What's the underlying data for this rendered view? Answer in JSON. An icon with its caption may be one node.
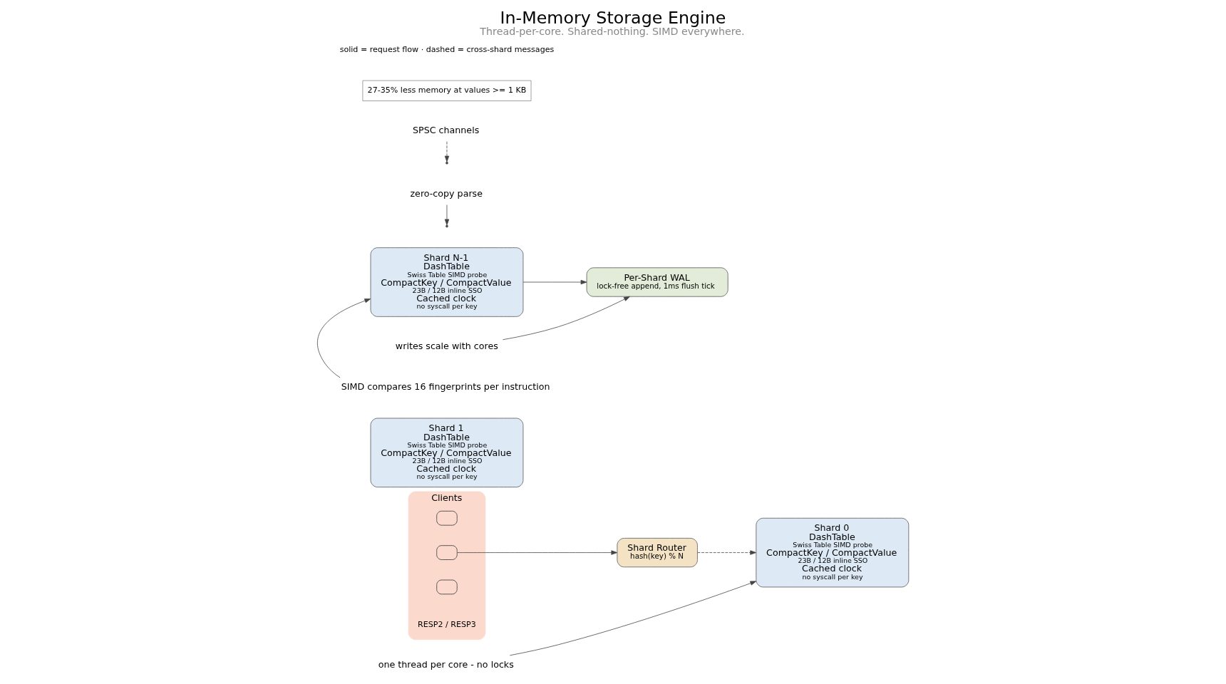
{
  "diagram": {
    "title": "In-Memory Storage Engine",
    "caption": "Thread-per-core. Shared-nothing. SIMD everywhere.",
    "nodes": [
      {
        "text": [
          "Clients"
        ],
        "beside": [
          "RESP2 / RESP3"
        ]
      },
      {
        "text": [],
        "shape": "box",
        "in": 0
      },
      {
        "text": [],
        "shape": "box",
        "in": 0
      },
      {
        "text": [],
        "shape": "box",
        "in": 0
      },
      {
        "text": [
          "Shard Router",
          "hash(key) % N"
        ]
      },
      {
        "text": [
          "Shard 0",
          "DashTable",
          "Swiss Table SIMD probe",
          "CompactKey / CompactValue",
          "23B / 12B inline SSO",
          "Cached clock",
          "no syscall per key"
        ]
      },
      {
        "text": [
          "Shard 1",
          "DashTable",
          "Swiss Table SIMD probe",
          "CompactKey / CompactValue",
          "23B / 12B inline SSO",
          "Cached clock",
          "no syscall per key"
        ]
      },
      {
        "text": [
          "Shard N-1",
          "DashTable",
          "Swiss Table SIMD probe",
          "CompactKey / CompactValue",
          "23B / 12B inline SSO",
          "Cached clock",
          "no syscall per key"
        ]
      },
      {
        "text": [
          "Per-Shard WAL",
          "lock-free append, 1ms flush tick"
        ]
      },
      {
        "text": [
          "zero-copy parse"
        ]
      },
      {
        "text": [
          "SPSC channels"
        ]
      },
      {
        "text": [
          "one thread per core - no locks"
        ]
      },
      {
        "text": [
          "SIMD compares 16 fingerprints per instruction"
        ]
      },
      {
        "text": [
          "writes scale with cores"
        ]
      }
    ],
    "edges": [
      {
        "from": 2,
        "to": 4,
        "arrow": "to"
      },
      {
        "from": 4,
        "to": 5,
        "arrow": "to",
        "style": "dashed"
      },
      {
        "from": 7,
        "to": 8,
        "arrow": "to"
      },
      {
        "from": 9,
        "to": null,
        "arrow": "to"
      },
      {
        "from": 10,
        "to": null,
        "arrow": "to",
        "style": "dashed"
      },
      {
        "from": 11,
        "to": 5,
        "arrow": "to"
      },
      {
        "from": 12,
        "to": 7,
        "arrow": "to"
      },
      {
        "from": 13,
        "to": 8,
        "arrow": "to"
      }
    ],
    "labels": [
      "27-35% less memory at values >= 1 KB",
      "solid = request flow · dashed = cross-shard messages"
    ]
  }
}
